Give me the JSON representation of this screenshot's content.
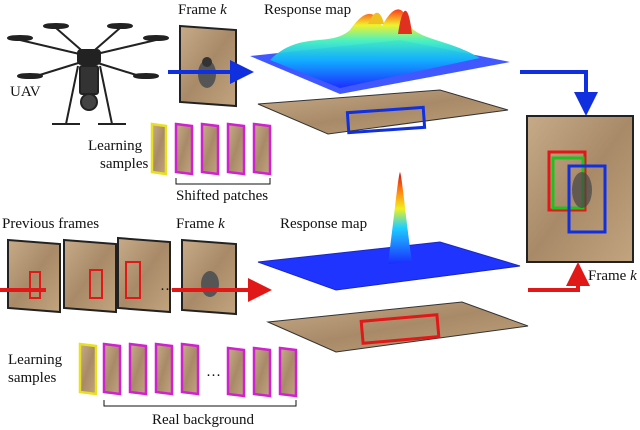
{
  "labels": {
    "uav": "UAV",
    "frame_k_top": "Frame",
    "frame_k_top_var": "k",
    "response_map_top": "Response map",
    "learning_samples_top_1": "Learning",
    "learning_samples_top_2": "samples",
    "shifted_patches": "Shifted patches",
    "previous_frames": "Previous frames",
    "frame_k_mid": "Frame",
    "frame_k_mid_var": "k",
    "response_map_bottom": "Response map",
    "frame_k_right": "Frame",
    "frame_k_right_var": "k",
    "learning_samples_bottom_1": "Learning",
    "learning_samples_bottom_2": "samples",
    "real_background": "Real background",
    "ellipsis_frames": "···",
    "ellipsis_samples": "···"
  },
  "colors": {
    "blue_arrow": "#1030e0",
    "red_arrow": "#e01818",
    "green_box": "#20c020",
    "yellow_patch": "#e8e020",
    "magenta_patch": "#d020d0",
    "wood": "#b89a78"
  }
}
